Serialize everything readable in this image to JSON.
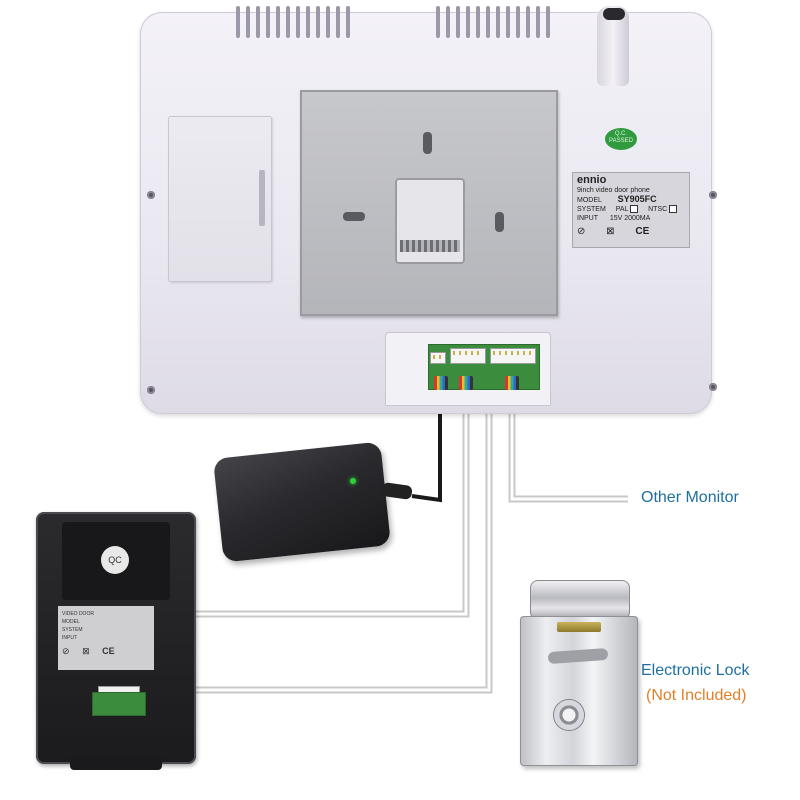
{
  "monitor": {
    "brand": "ennio",
    "product": "9inch video door phone",
    "model_label": "MODEL",
    "model_value": "SY905FC",
    "system_label": "SYSTEM",
    "system_pal": "PAL",
    "system_ntsc": "NTSC",
    "input_label": "INPUT",
    "input_value": "15V 2000MA",
    "qc_sticker": "Q.C. PASSED",
    "cert_marks": "CE"
  },
  "outdoor_panel": {
    "qc": "QC",
    "label_title": "VIDEO DOOR",
    "label_model": "MODEL",
    "label_system": "SYSTEM",
    "label_input": "INPUT",
    "cert_marks": "CE"
  },
  "callouts": {
    "other_monitor": "Other Monitor",
    "electronic_lock": "Electronic Lock",
    "not_included": "(Not Included)"
  },
  "colors": {
    "callout_blue": "#1e6fa0",
    "callout_orange": "#e0812a",
    "wire_gray": "#8c8c8c",
    "power_cable": "#1a1a1a"
  }
}
